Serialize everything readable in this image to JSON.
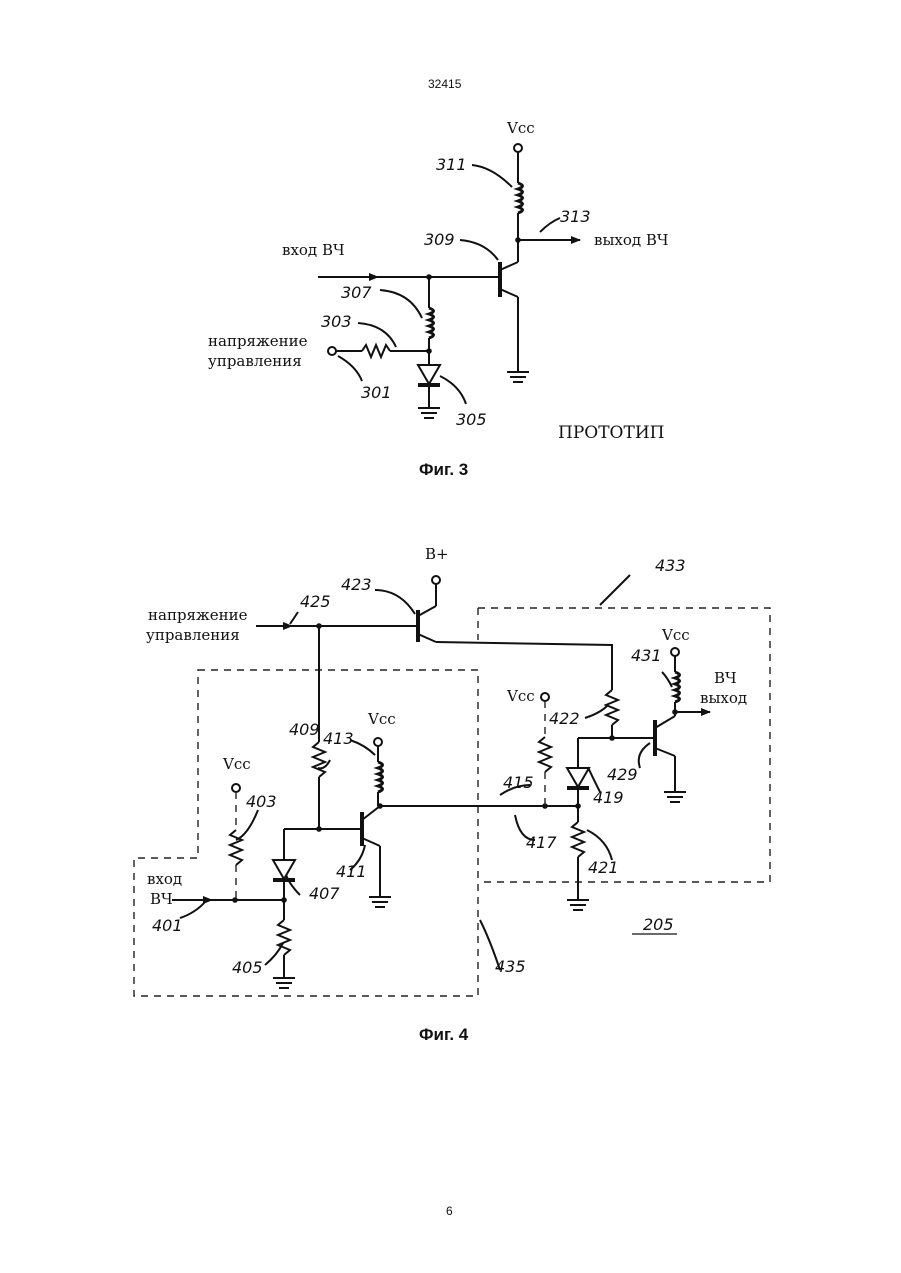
{
  "header": {
    "doc_number": "32415"
  },
  "figure3": {
    "caption": "Фиг. 3",
    "supply": "Vcc",
    "input": "вход ВЧ",
    "output": "выход ВЧ",
    "control_line1": "напряжение",
    "control_line2": "управления",
    "prototype": "ПРОТОТИП",
    "refs": {
      "r301": "301",
      "r303": "303",
      "r305": "305",
      "r307": "307",
      "r309": "309",
      "r311": "311",
      "r313": "313"
    }
  },
  "figure4": {
    "caption": "Фиг. 4",
    "b_plus": "B+",
    "vcc": "Vcc",
    "control_line1": "напряжение",
    "control_line2": "управления",
    "input_line1": "вход",
    "input_line2": "ВЧ",
    "output_line1": "ВЧ",
    "output_line2": "выход",
    "block": "205",
    "refs": {
      "r401": "401",
      "r403": "403",
      "r405": "405",
      "r407": "407",
      "r409": "409",
      "r411": "411",
      "r413": "413",
      "r415": "415",
      "r417": "417",
      "r419": "419",
      "r421": "421",
      "r422": "422",
      "r423": "423",
      "r425": "425",
      "r429": "429",
      "r431": "431",
      "r433": "433",
      "r435": "435"
    }
  },
  "footer": {
    "page": "6"
  }
}
